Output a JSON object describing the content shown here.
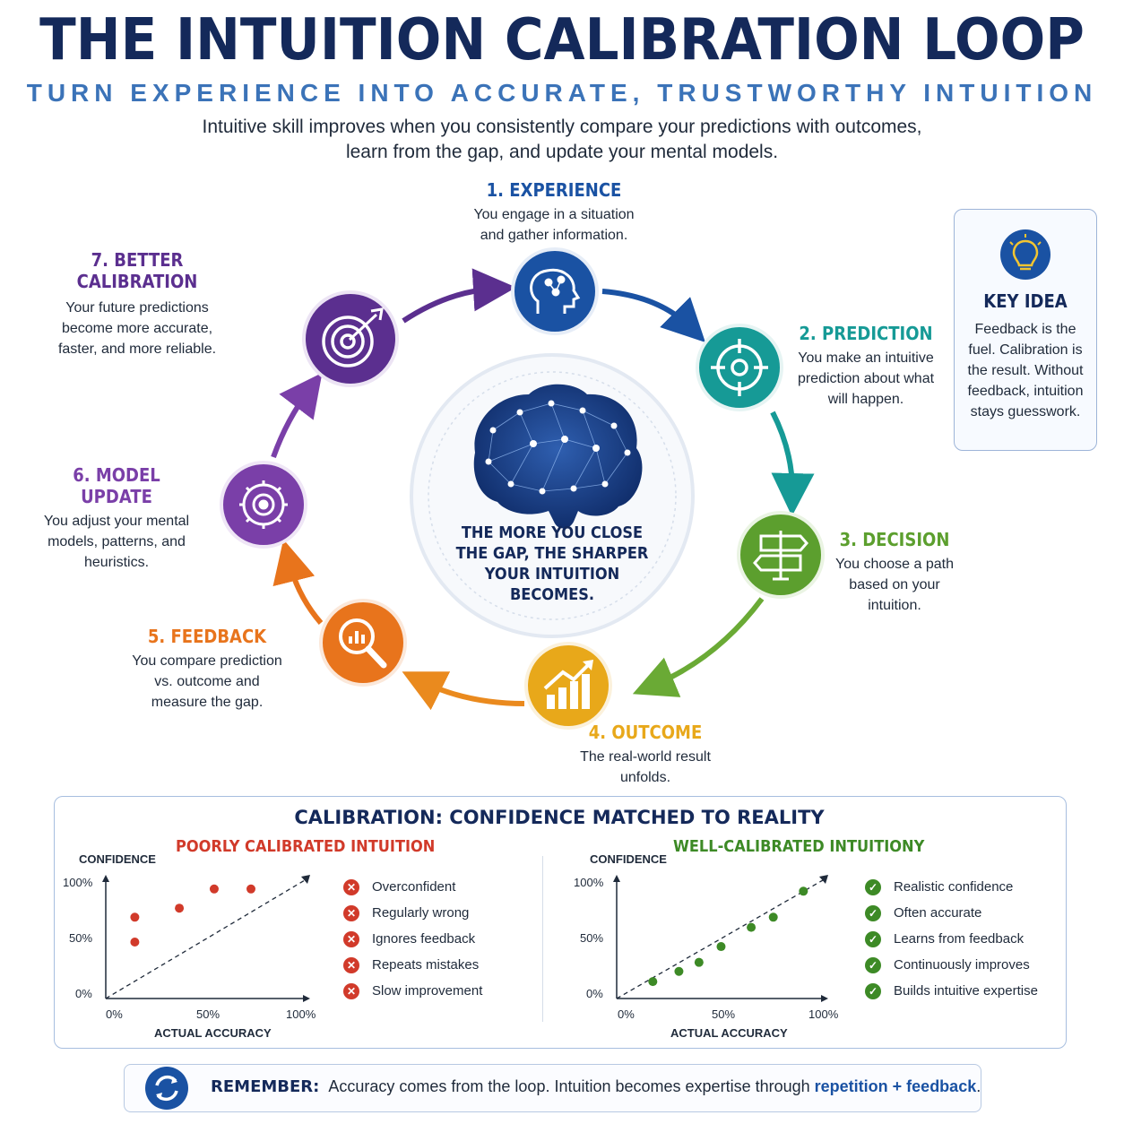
{
  "header": {
    "title": "THE INTUITION CALIBRATION LOOP",
    "subtitle": "TURN EXPERIENCE INTO ACCURATE, TRUSTWORTHY INTUITION",
    "intro_line1": "Intuitive skill improves when you consistently compare your predictions with outcomes,",
    "intro_line2": "learn from the gap, and update your mental models."
  },
  "steps": [
    {
      "title": "1. EXPERIENCE",
      "desc1": "You engage in a situation",
      "desc2": "and gather information.",
      "color": "#1a52a3",
      "icon": "brain-network-icon"
    },
    {
      "title": "2. PREDICTION",
      "desc1": "You make an intuitive",
      "desc2": "prediction about what",
      "desc3": "will happen.",
      "color": "#169a96",
      "icon": "crosshair-icon"
    },
    {
      "title": "3. DECISION",
      "desc1": "You choose a path",
      "desc2": "based on your",
      "desc3": "intuition.",
      "color": "#5c9f2e",
      "icon": "signpost-icon"
    },
    {
      "title": "4. OUTCOME",
      "desc1": "The real-world result",
      "desc2": "unfolds.",
      "color": "#e8a81a",
      "icon": "growth-chart-icon"
    },
    {
      "title": "5. FEEDBACK",
      "desc1": "You compare prediction",
      "desc2": "vs. outcome and",
      "desc3": "measure the gap.",
      "color": "#e8741c",
      "icon": "magnifier-chart-icon"
    },
    {
      "title": "6. MODEL UPDATE",
      "desc1": "You adjust your mental",
      "desc2": "models, patterns, and",
      "desc3": "heuristics.",
      "color": "#7a3fa8",
      "icon": "gear-brain-icon"
    },
    {
      "title": "7. BETTER CALIBRATION",
      "desc1": "Your future predictions",
      "desc2": "become more accurate,",
      "desc3": "faster, and more reliable.",
      "color": "#5b2f8f",
      "icon": "target-arrow-icon"
    }
  ],
  "center": {
    "line1": "THE MORE YOU CLOSE",
    "line2": "THE GAP, THE SHARPER",
    "line3": "YOUR INTUITION BECOMES."
  },
  "key_idea": {
    "title": "KEY IDEA",
    "l1": "Feedback is the",
    "l2": "fuel. Calibration is",
    "l3": "the result. Without",
    "l4": "feedback, intuition",
    "l5": "stays guesswork.",
    "icon": "lightbulb-icon"
  },
  "calibration": {
    "title": "CALIBRATION: CONFIDENCE MATCHED TO REALITY",
    "y_label": "CONFIDENCE",
    "x_label": "ACTUAL ACCURACY",
    "y_ticks": [
      "0%",
      "50%",
      "100%"
    ],
    "x_ticks": [
      "0%",
      "50%",
      "100%"
    ],
    "poor": {
      "title": "POORLY CALIBRATED INTUITION",
      "color": "#d13a2a",
      "items": [
        "Overconfident",
        "Regularly wrong",
        "Ignores feedback",
        "Repeats mistakes",
        "Slow improvement"
      ]
    },
    "well": {
      "title": "WELL-CALIBRATED INTUITIONY",
      "color": "#3d8a26",
      "items": [
        "Realistic confidence",
        "Often accurate",
        "Learns from feedback",
        "Continuously improves",
        "Builds intuitive expertise"
      ]
    }
  },
  "chart_data": [
    {
      "type": "scatter",
      "title": "POORLY CALIBRATED INTUITION",
      "xlabel": "ACTUAL ACCURACY",
      "ylabel": "CONFIDENCE",
      "xlim": [
        0,
        100
      ],
      "ylim": [
        0,
        100
      ],
      "points": [
        [
          15,
          50
        ],
        [
          15,
          72
        ],
        [
          38,
          80
        ],
        [
          56,
          97
        ],
        [
          75,
          97
        ]
      ],
      "reference_line": "diagonal"
    },
    {
      "type": "scatter",
      "title": "WELL-CALIBRATED INTUITIONY",
      "xlabel": "ACTUAL ACCURACY",
      "ylabel": "CONFIDENCE",
      "xlim": [
        0,
        100
      ],
      "ylim": [
        0,
        100
      ],
      "points": [
        [
          18,
          15
        ],
        [
          31,
          24
        ],
        [
          41,
          32
        ],
        [
          52,
          46
        ],
        [
          67,
          63
        ],
        [
          78,
          72
        ],
        [
          93,
          95
        ]
      ],
      "reference_line": "diagonal"
    }
  ],
  "remember": {
    "label": "REMEMBER:",
    "text": "Accuracy comes from the loop. Intuition becomes expertise through",
    "highlight": "repetition + feedback",
    "end": ".",
    "icon": "refresh-icon"
  }
}
